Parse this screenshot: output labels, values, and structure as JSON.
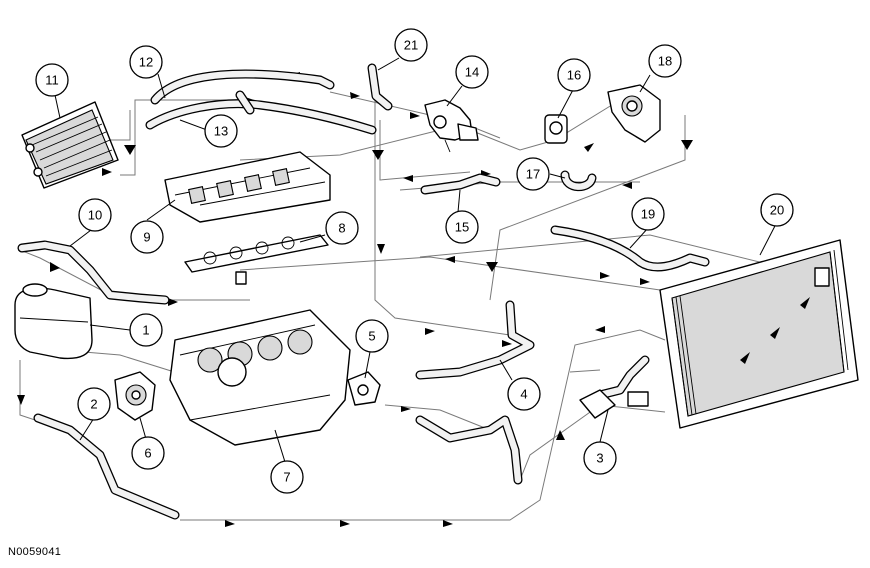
{
  "figure_id": "N0059041",
  "callouts": [
    "1",
    "2",
    "3",
    "4",
    "5",
    "6",
    "7",
    "8",
    "9",
    "10",
    "11",
    "12",
    "13",
    "14",
    "15",
    "16",
    "17",
    "18",
    "19",
    "20",
    "21"
  ]
}
